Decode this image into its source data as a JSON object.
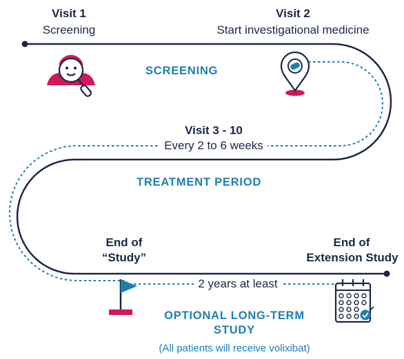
{
  "visits": {
    "v1_title": "Visit 1",
    "v1_sub": "Screening",
    "v2_title": "Visit 2",
    "v2_sub": "Start investigational medicine",
    "v3_title": "Visit 3 - 10",
    "v3_sub": "Every 2 to 6 weeks"
  },
  "phases": {
    "screening": "SCREENING",
    "treatment": "TREATMENT PERIOD",
    "optional_line1": "OPTIONAL LONG-TERM",
    "optional_line2": "STUDY",
    "optional_note": "(All patients will receive volixibat)"
  },
  "milestones": {
    "end_study_line1": "End of",
    "end_study_line2": "“Study”",
    "end_ext_line1": "End of",
    "end_ext_line2": "Extension Study",
    "duration": "2 years at least"
  },
  "colors": {
    "navy": "#1a2745",
    "teal": "#1d7fb0",
    "magenta": "#d2185a"
  },
  "icons": [
    "person-search-icon",
    "location-pin-icon",
    "flag-icon",
    "calendar-check-icon"
  ]
}
